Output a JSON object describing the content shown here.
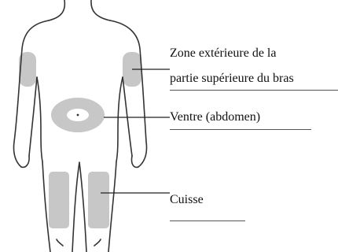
{
  "diagram": {
    "colors": {
      "outline": "#333333",
      "injection_zone": "#c7c7c7",
      "navel": "#ffffff",
      "pointer_line": "#222222"
    },
    "zones": [
      {
        "id": "upper-arm",
        "label_lines": [
          "Zone extérieure de la",
          "partie supérieure du bras"
        ]
      },
      {
        "id": "abdomen",
        "label_lines": [
          "Ventre (abdomen)"
        ]
      },
      {
        "id": "thigh",
        "label_lines": [
          "Cuisse"
        ]
      }
    ]
  }
}
